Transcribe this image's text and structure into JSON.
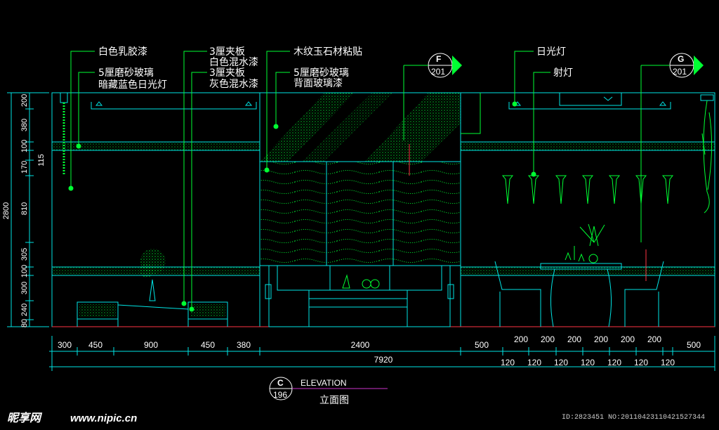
{
  "callouts": {
    "c1": "白色乳胶漆",
    "c2a": "5厘磨砂玻璃",
    "c2b": "暗藏蓝色日光灯",
    "c3a": "3厘夹板",
    "c3b": "白色混水漆",
    "c4a": "3厘夹板",
    "c4b": "灰色混水漆",
    "c5": "木纹玉石材粘贴",
    "c6a": "5厘磨砂玻璃",
    "c6b": "背面玻璃漆",
    "c7": "日光灯",
    "c8": "射灯"
  },
  "section_marks": {
    "f_letter": "F",
    "f_num": "201",
    "g_letter": "G",
    "g_num": "201"
  },
  "title": {
    "letter": "C",
    "num": "196",
    "english": "ELEVATION",
    "chinese": "立面图"
  },
  "vertical_dims": {
    "total": "2800",
    "items": [
      "200",
      "380",
      "100",
      "170",
      "115",
      "810",
      "305",
      "100",
      "300",
      "240",
      "80"
    ]
  },
  "horizontal_dims": {
    "row1": [
      "300",
      "450",
      "900",
      "450",
      "380",
      "2400",
      "500",
      "200",
      "200",
      "200",
      "200",
      "200",
      "200",
      "500"
    ],
    "row1b": [
      "120",
      "120",
      "120",
      "120",
      "120",
      "120",
      "120"
    ],
    "total": "7920"
  },
  "watermark": {
    "site": "昵享网",
    "url": "www.nipic.cn",
    "id_text": "ID:2823451 NO:20110423110421527344"
  },
  "colors": {
    "line": "#00e5e5",
    "hatch": "#00ff33",
    "text": "#ffffff",
    "accent": "#ff3344",
    "title_line": "#cc33cc"
  }
}
